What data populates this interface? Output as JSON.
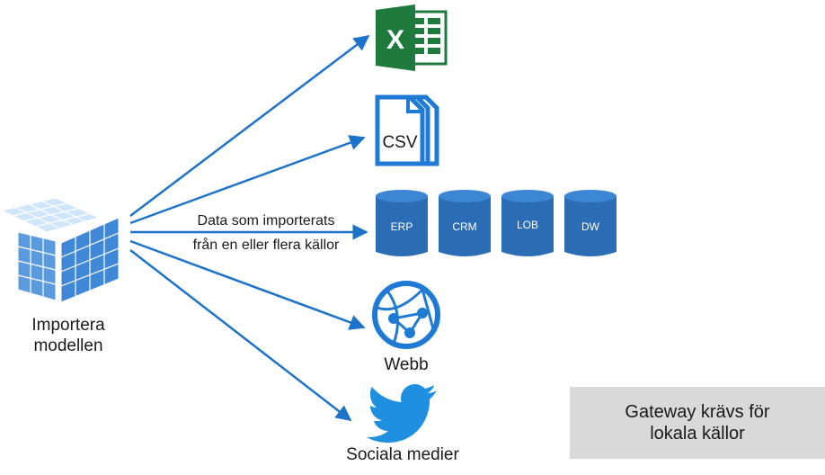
{
  "source": {
    "label_line1": "Importera",
    "label_line2": "modellen"
  },
  "arrow_caption": {
    "line1": "Data som importerats",
    "line2": "från en eller flera källor"
  },
  "targets": {
    "excel": {
      "icon": "excel-icon"
    },
    "csv": {
      "icon": "csv-file-icon",
      "text": "CSV"
    },
    "databases": [
      {
        "label": "ERP",
        "icon": "database-icon"
      },
      {
        "label": "CRM",
        "icon": "database-icon"
      },
      {
        "label": "LOB",
        "icon": "database-icon"
      },
      {
        "label": "DW",
        "icon": "database-icon"
      }
    ],
    "web": {
      "icon": "globe-icon",
      "label": "Webb"
    },
    "social": {
      "icon": "twitter-bird-icon",
      "label": "Sociala medier"
    }
  },
  "gateway_note": {
    "line1": "Gateway krävs för",
    "line2": "lokala källor"
  },
  "colors": {
    "arrow_blue": "#1c73c9",
    "icon_blue": "#1f7ad4",
    "excel_green": "#1f7a3e",
    "db_blue": "#2b6db5",
    "gateway_bg": "#d9d9d9"
  }
}
